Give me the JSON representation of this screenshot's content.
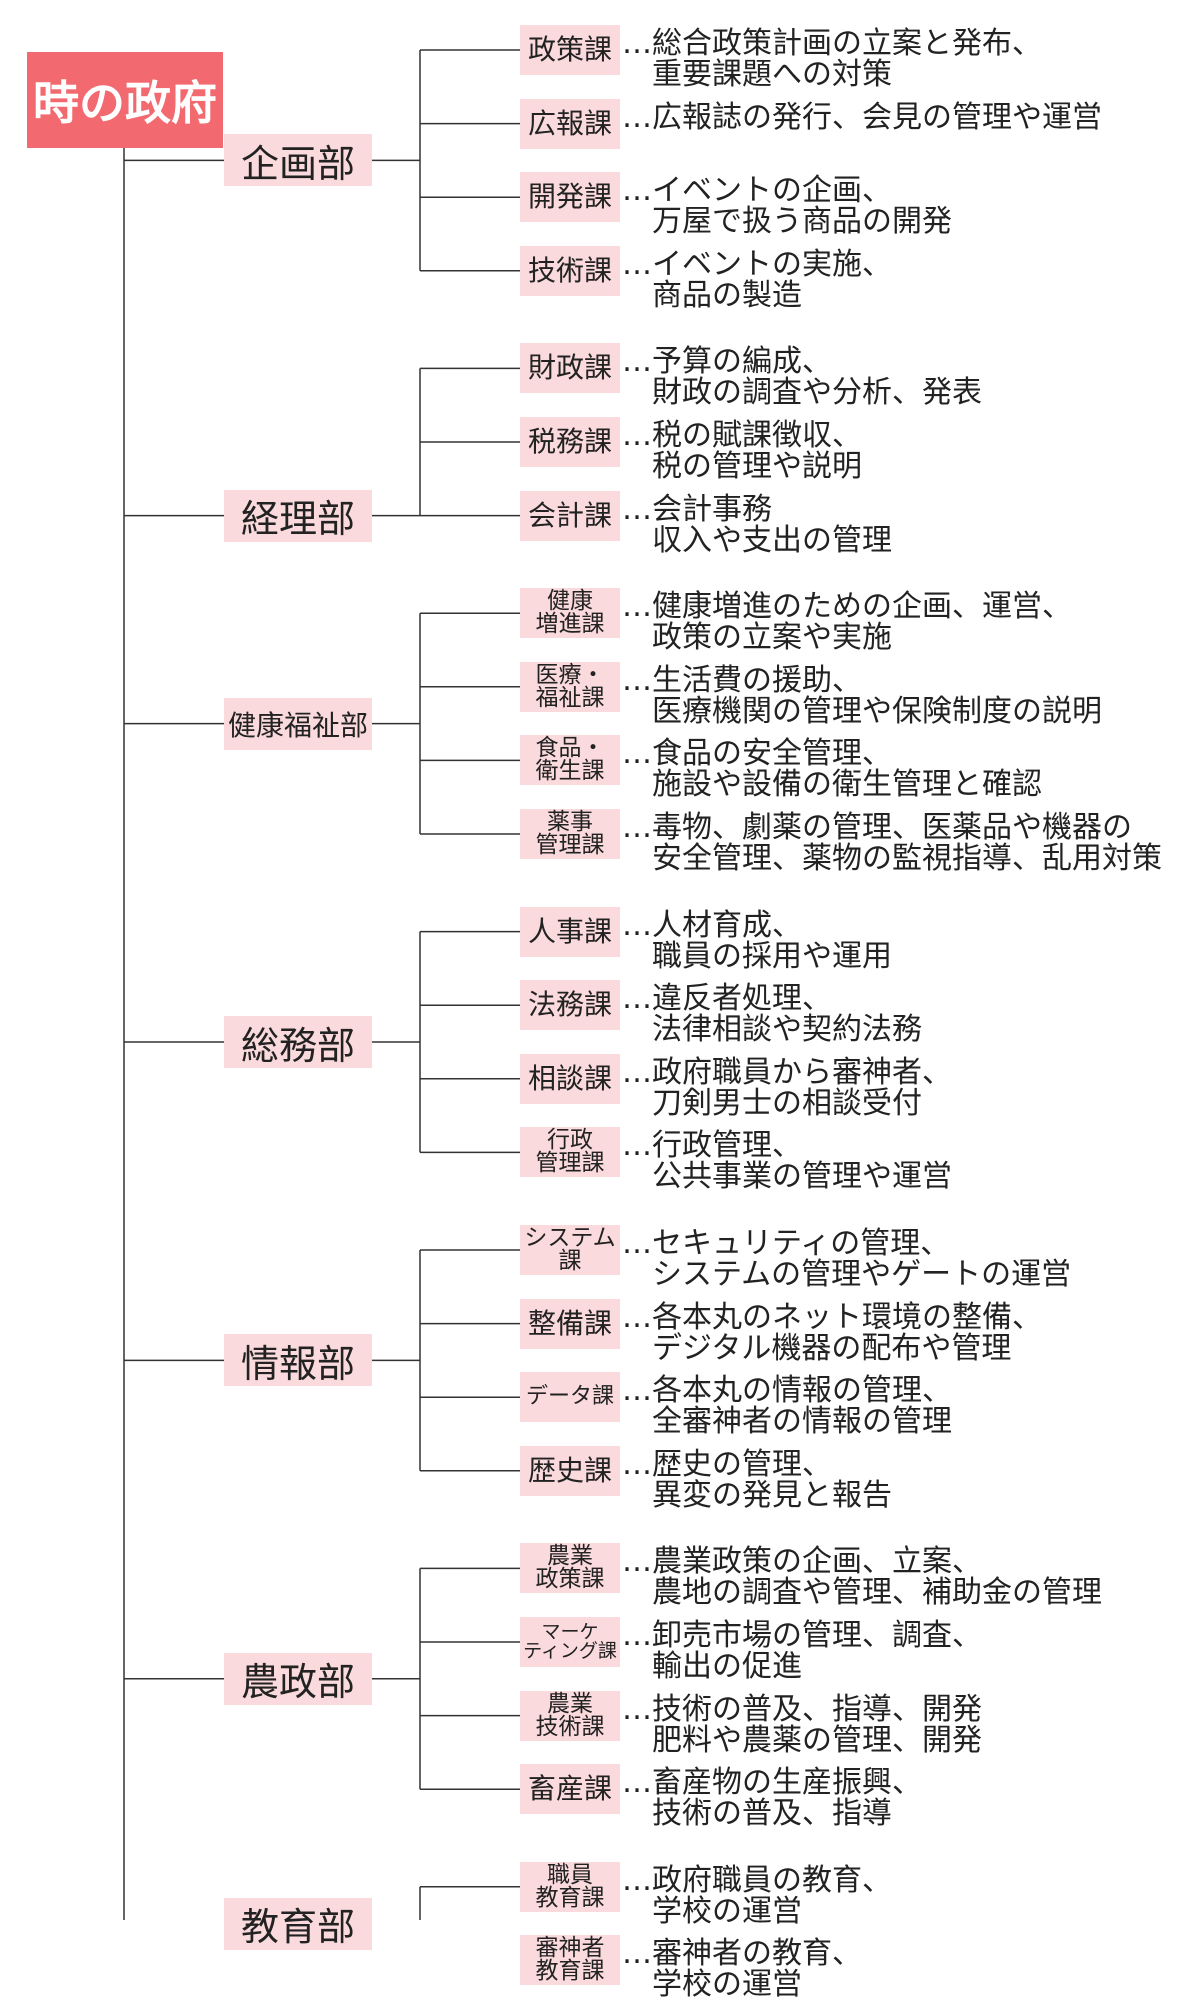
{
  "root": {
    "label": "時の政府"
  },
  "departments": [
    {
      "name": "企画部",
      "sections": [
        {
          "name": [
            "政策課"
          ],
          "desc": [
            "…総合政策計画の立案と発布、",
            "重要課題への対策"
          ]
        },
        {
          "name": [
            "広報課"
          ],
          "desc": [
            "…広報誌の発行、会見の管理や運営"
          ]
        },
        {
          "name": [
            "開発課"
          ],
          "desc": [
            "…イベントの企画、",
            "万屋で扱う商品の開発"
          ]
        },
        {
          "name": [
            "技術課"
          ],
          "desc": [
            "…イベントの実施、",
            "商品の製造"
          ]
        }
      ]
    },
    {
      "name": "経理部",
      "sections": [
        {
          "name": [
            "財政課"
          ],
          "desc": [
            "…予算の編成、",
            "財政の調査や分析、発表"
          ]
        },
        {
          "name": [
            "税務課"
          ],
          "desc": [
            "…税の賦課徴収、",
            "税の管理や説明"
          ]
        },
        {
          "name": [
            "会計課"
          ],
          "desc": [
            "…会計事務",
            "収入や支出の管理"
          ]
        }
      ]
    },
    {
      "name": "健康福祉部",
      "sections": [
        {
          "name": [
            "健康",
            "増進課"
          ],
          "desc": [
            "…健康増進のための企画、運営、",
            "政策の立案や実施"
          ]
        },
        {
          "name": [
            "医療・",
            "福祉課"
          ],
          "desc": [
            "…生活費の援助、",
            "医療機関の管理や保険制度の説明"
          ]
        },
        {
          "name": [
            "食品・",
            "衛生課"
          ],
          "desc": [
            "…食品の安全管理、",
            "施設や設備の衛生管理と確認"
          ]
        },
        {
          "name": [
            "薬事",
            "管理課"
          ],
          "desc": [
            "…毒物、劇薬の管理、医薬品や機器の",
            "安全管理、薬物の監視指導、乱用対策"
          ]
        }
      ]
    },
    {
      "name": "総務部",
      "sections": [
        {
          "name": [
            "人事課"
          ],
          "desc": [
            "…人材育成、",
            "職員の採用や運用"
          ]
        },
        {
          "name": [
            "法務課"
          ],
          "desc": [
            "…違反者処理、",
            "法律相談や契約法務"
          ]
        },
        {
          "name": [
            "相談課"
          ],
          "desc": [
            "…政府職員から審神者、",
            "刀剣男士の相談受付"
          ]
        },
        {
          "name": [
            "行政",
            "管理課"
          ],
          "desc": [
            "…行政管理、",
            "公共事業の管理や運営"
          ]
        }
      ]
    },
    {
      "name": "情報部",
      "sections": [
        {
          "name": [
            "システム",
            "課"
          ],
          "desc": [
            "…セキュリティの管理、",
            "システムの管理やゲートの運営"
          ]
        },
        {
          "name": [
            "整備課"
          ],
          "desc": [
            "…各本丸のネット環境の整備、",
            "デジタル機器の配布や管理"
          ]
        },
        {
          "name": [
            "データ課"
          ],
          "desc": [
            "…各本丸の情報の管理、",
            "全審神者の情報の管理"
          ]
        },
        {
          "name": [
            "歴史課"
          ],
          "desc": [
            "…歴史の管理、",
            "異変の発見と報告"
          ]
        }
      ]
    },
    {
      "name": "農政部",
      "sections": [
        {
          "name": [
            "農業",
            "政策課"
          ],
          "desc": [
            "…農業政策の企画、立案、",
            "農地の調査や管理、補助金の管理"
          ]
        },
        {
          "name": [
            "マーケ",
            "ティング課"
          ],
          "desc": [
            "…卸売市場の管理、調査、",
            "輸出の促進"
          ]
        },
        {
          "name": [
            "農業",
            "技術課"
          ],
          "desc": [
            "…技術の普及、指導、開発",
            "肥料や農薬の管理、開発"
          ]
        },
        {
          "name": [
            "畜産課"
          ],
          "desc": [
            "…畜産物の生産振興、",
            "技術の普及、指導"
          ]
        }
      ]
    },
    {
      "name": "教育部",
      "sections": [
        {
          "name": [
            "職員",
            "教育課"
          ],
          "desc": [
            "…政府職員の教育、",
            "学校の運営"
          ]
        },
        {
          "name": [
            "審神者",
            "教育課"
          ],
          "desc": [
            "…審神者の教育、",
            "学校の運営"
          ]
        }
      ]
    }
  ]
}
